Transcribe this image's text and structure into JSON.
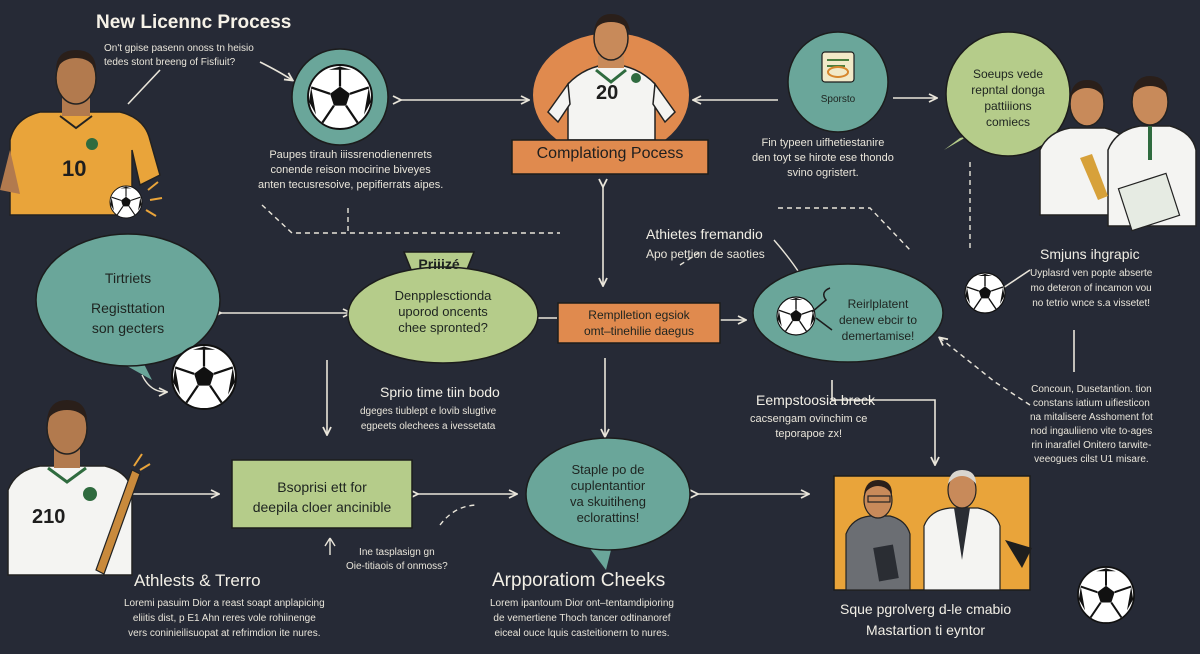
{
  "title": "New Licennc Process",
  "colors": {
    "background": "#262a36",
    "teal": "#6aa69a",
    "sage": "#b5cc8a",
    "orange": "#e08a4e",
    "ink": "#1e2420",
    "text": "#f2efe6"
  },
  "intro_note": "On't gpise pasenn onoss tn heisio\ntedes stont breeng of Fisfiuit?",
  "player_left_top": {
    "number": "10",
    "caption": "Paupes tirauh iiissrenodienenrets\nconende reison mocirine biveyes\nanten tecusresoive, pepifierrats aipes."
  },
  "center_top": {
    "number": "20",
    "label": "Complationg Pocess"
  },
  "sports_badge": {
    "label": "Sporsto"
  },
  "top_right_bubble": {
    "text": "Soeups vede\nrepntal donga\npattiiions\ncomiecs"
  },
  "sports_caption": "Fin typeen uifhetiestanire\nden toyt se hirote ese thondo\nsvino ogristert.",
  "athletes_note": {
    "title": "Athietes fremandio",
    "text": "Apo pettion de saoties"
  },
  "left_bubble": {
    "line1": "Tirtriets",
    "line2": "Registtation\nson gecters"
  },
  "prize_box": {
    "title": "Priiizé",
    "text": "Denpplesctionda\nuporod oncents\nchee spronted?"
  },
  "mid_box": {
    "text": "Remplletion egsiok\nomt–tinehilie daegus"
  },
  "right_oval": {
    "text": "Reirlplatent\ndenew ebcir to\ndemertamise!"
  },
  "right_heading": {
    "title": "Smjuns ihgrapic",
    "text": "Uyplasrd ven popte abserte\nmo deteron of incamon vou\nno tetrio wnce s.a vissetet!"
  },
  "middle_note": {
    "title": "Sprio time tiin bodo",
    "text": "dgeges tiublept e lovib slugtive\negpeets olechees a ivessetata"
  },
  "middle_right_note": {
    "title": "Eempstoosia breck",
    "text": "cacsengam ovinchim ce\nteporapoe zx!"
  },
  "far_right_note": "Concoun, Dusetantion. tion\nconstans iatium uifiesticon\nna mitalisere Asshoment fot\nnod ingauliieno vite to-ages\nrin inarafiel Onitero tarwite-\nveeogues cilst U1 misare.",
  "bottom_left_box": {
    "text": "Bsoprisi ett for\ndeepila cloer ancinible"
  },
  "small_question": "Ine tasplasign gn\nOie-titiaois of onmoss?",
  "bottom_center_bubble": {
    "text": "Staple po de\ncuplentantior\nva skuitiheng\neclorattins!"
  },
  "player_left_bottom": {
    "number": "210",
    "title": "Athlests & Trerro",
    "text": "Loremi pasuim Dior a reast soapt anplapicing\neliitis dist, p E1 Ahn reres vole rohiinenge\nvers coninieilisuopat at refrimdion ite nures."
  },
  "bottom_center": {
    "title": "Arpporatiom Cheeks",
    "text": "Lorem ipantoum Dior ont–tentamdipioring\nde vemertiene Thoch tancer odtinanoref\neiceal ouce lquis casteitionern to nures."
  },
  "bottom_right": {
    "title": "Sque pgrolverg d-le cmabio",
    "subtitle": "Mastartion ti eyntor"
  }
}
